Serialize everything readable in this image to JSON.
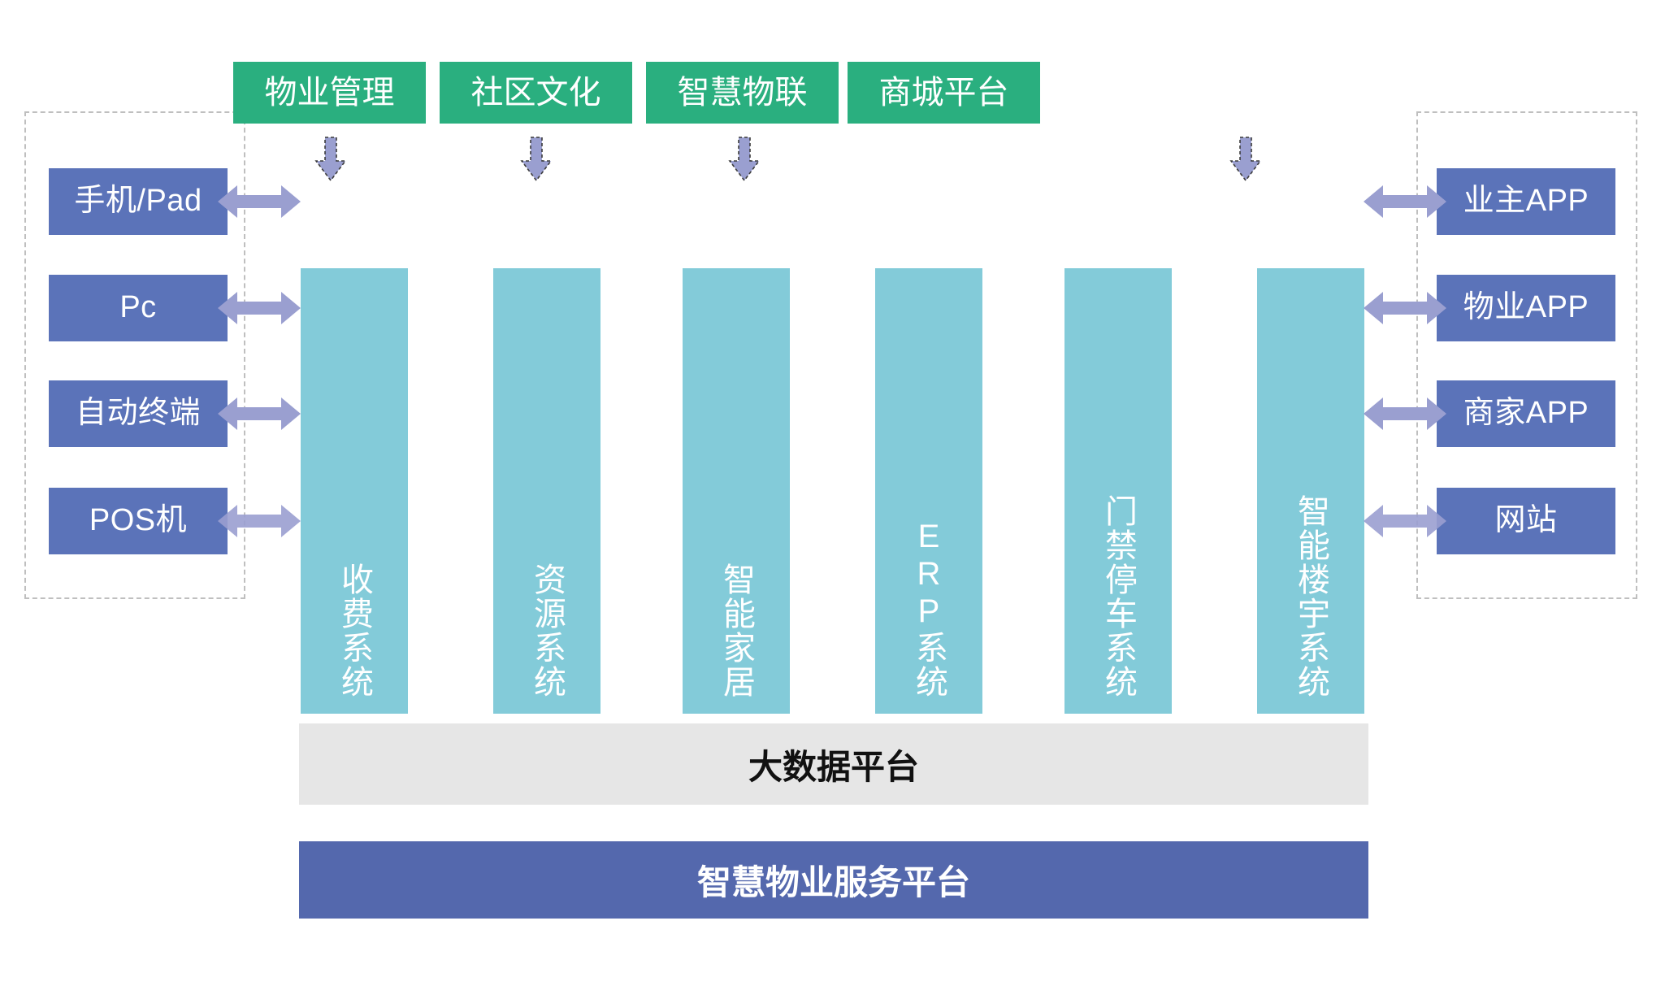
{
  "diagram": {
    "title_bottom": "智慧物业服务平台",
    "data_platform": "大数据平台",
    "colors": {
      "green": "#2aaf7f",
      "blue_purple": "#5b73b9",
      "teal": "#83cbd9",
      "grey": "#e6e6e6",
      "platform": "#5468ad",
      "arrow": "#9a9fd0",
      "dashed": "#bfbfbf"
    },
    "top_modules": [
      {
        "label": "物业管理"
      },
      {
        "label": "社区文化"
      },
      {
        "label": "智慧物联"
      },
      {
        "label": "商城平台"
      }
    ],
    "systems": [
      {
        "label": "收费系统"
      },
      {
        "label": "资源系统"
      },
      {
        "label": "智能家居"
      },
      {
        "label": "ERP系统"
      },
      {
        "label": "门禁停车系统"
      },
      {
        "label": "智能楼宇系统"
      }
    ],
    "left_channels": [
      {
        "label": "手机/Pad"
      },
      {
        "label": "Pc"
      },
      {
        "label": "自动终端"
      },
      {
        "label": "POS机"
      }
    ],
    "right_channels": [
      {
        "label": "业主APP"
      },
      {
        "label": "物业APP"
      },
      {
        "label": "商家APP"
      },
      {
        "label": "网站"
      }
    ]
  }
}
